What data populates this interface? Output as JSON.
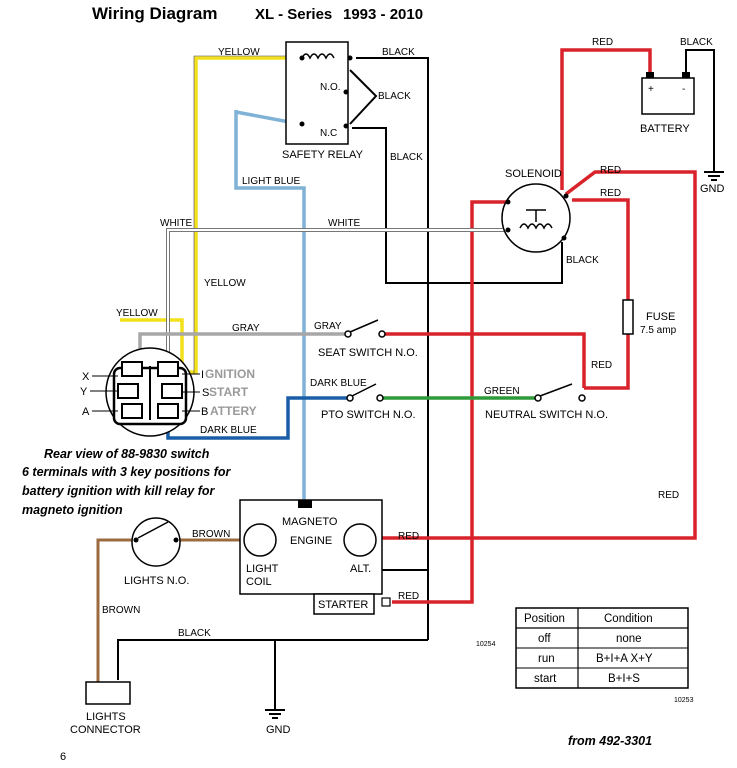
{
  "title": {
    "main": "Wiring Diagram",
    "series": "XL - Series",
    "years": "1993 - 2010"
  },
  "wires": {
    "yellow": "YELLOW",
    "black": "BLACK",
    "red": "RED",
    "light_blue": "LIGHT BLUE",
    "white": "WHITE",
    "gray": "GRAY",
    "dark_blue": "DARK BLUE",
    "green": "GREEN",
    "brown": "BROWN"
  },
  "components": {
    "safety_relay": "SAFETY RELAY",
    "relay_no": "N.O.",
    "relay_nc": "N.C",
    "battery": "BATTERY",
    "battery_plus": "+",
    "battery_minus": "-",
    "gnd": "GND",
    "solenoid": "SOLENOID",
    "fuse": "FUSE",
    "fuse_rating": "7.5 amp",
    "seat_switch": "SEAT SWITCH N.O.",
    "pto_switch": "PTO SWITCH N.O.",
    "neutral_switch": "NEUTRAL SWITCH N.O.",
    "lights_no": "LIGHTS N.O.",
    "magneto": "MAGNETO",
    "engine": "ENGINE",
    "light_coil_1": "LIGHT",
    "light_coil_2": "COIL",
    "alt": "ALT.",
    "starter": "STARTER",
    "lights_connector_1": "LIGHTS",
    "lights_connector_2": "CONNECTOR"
  },
  "key_switch": {
    "x": "X",
    "y": "Y",
    "a": "A",
    "i_label": "I",
    "s_label": "S",
    "b_label": "B",
    "ignition": "GNITION",
    "start": "START",
    "battery": "ATTERY",
    "note": [
      "Rear view of 88-9830 switch",
      "6 terminals with 3 key positions for",
      "battery ignition with kill relay for",
      "magneto ignition"
    ]
  },
  "table": {
    "headers": [
      "Position",
      "Condition"
    ],
    "rows": [
      [
        "off",
        "none"
      ],
      [
        "run",
        "B+I+A X+Y"
      ],
      [
        "start",
        "B+I+S"
      ]
    ]
  },
  "refs": {
    "ref1": "10254",
    "ref2": "10253",
    "source": "from 492-3301",
    "page": "6"
  },
  "colors": {
    "yellow": "#f2e01a",
    "red": "#d9232a",
    "light_blue": "#7fb2d6",
    "gray": "#a7a7a7",
    "dark_blue": "#1a5ea8",
    "green": "#2f9a3a",
    "brown": "#9c6a3f",
    "black": "#000000"
  }
}
